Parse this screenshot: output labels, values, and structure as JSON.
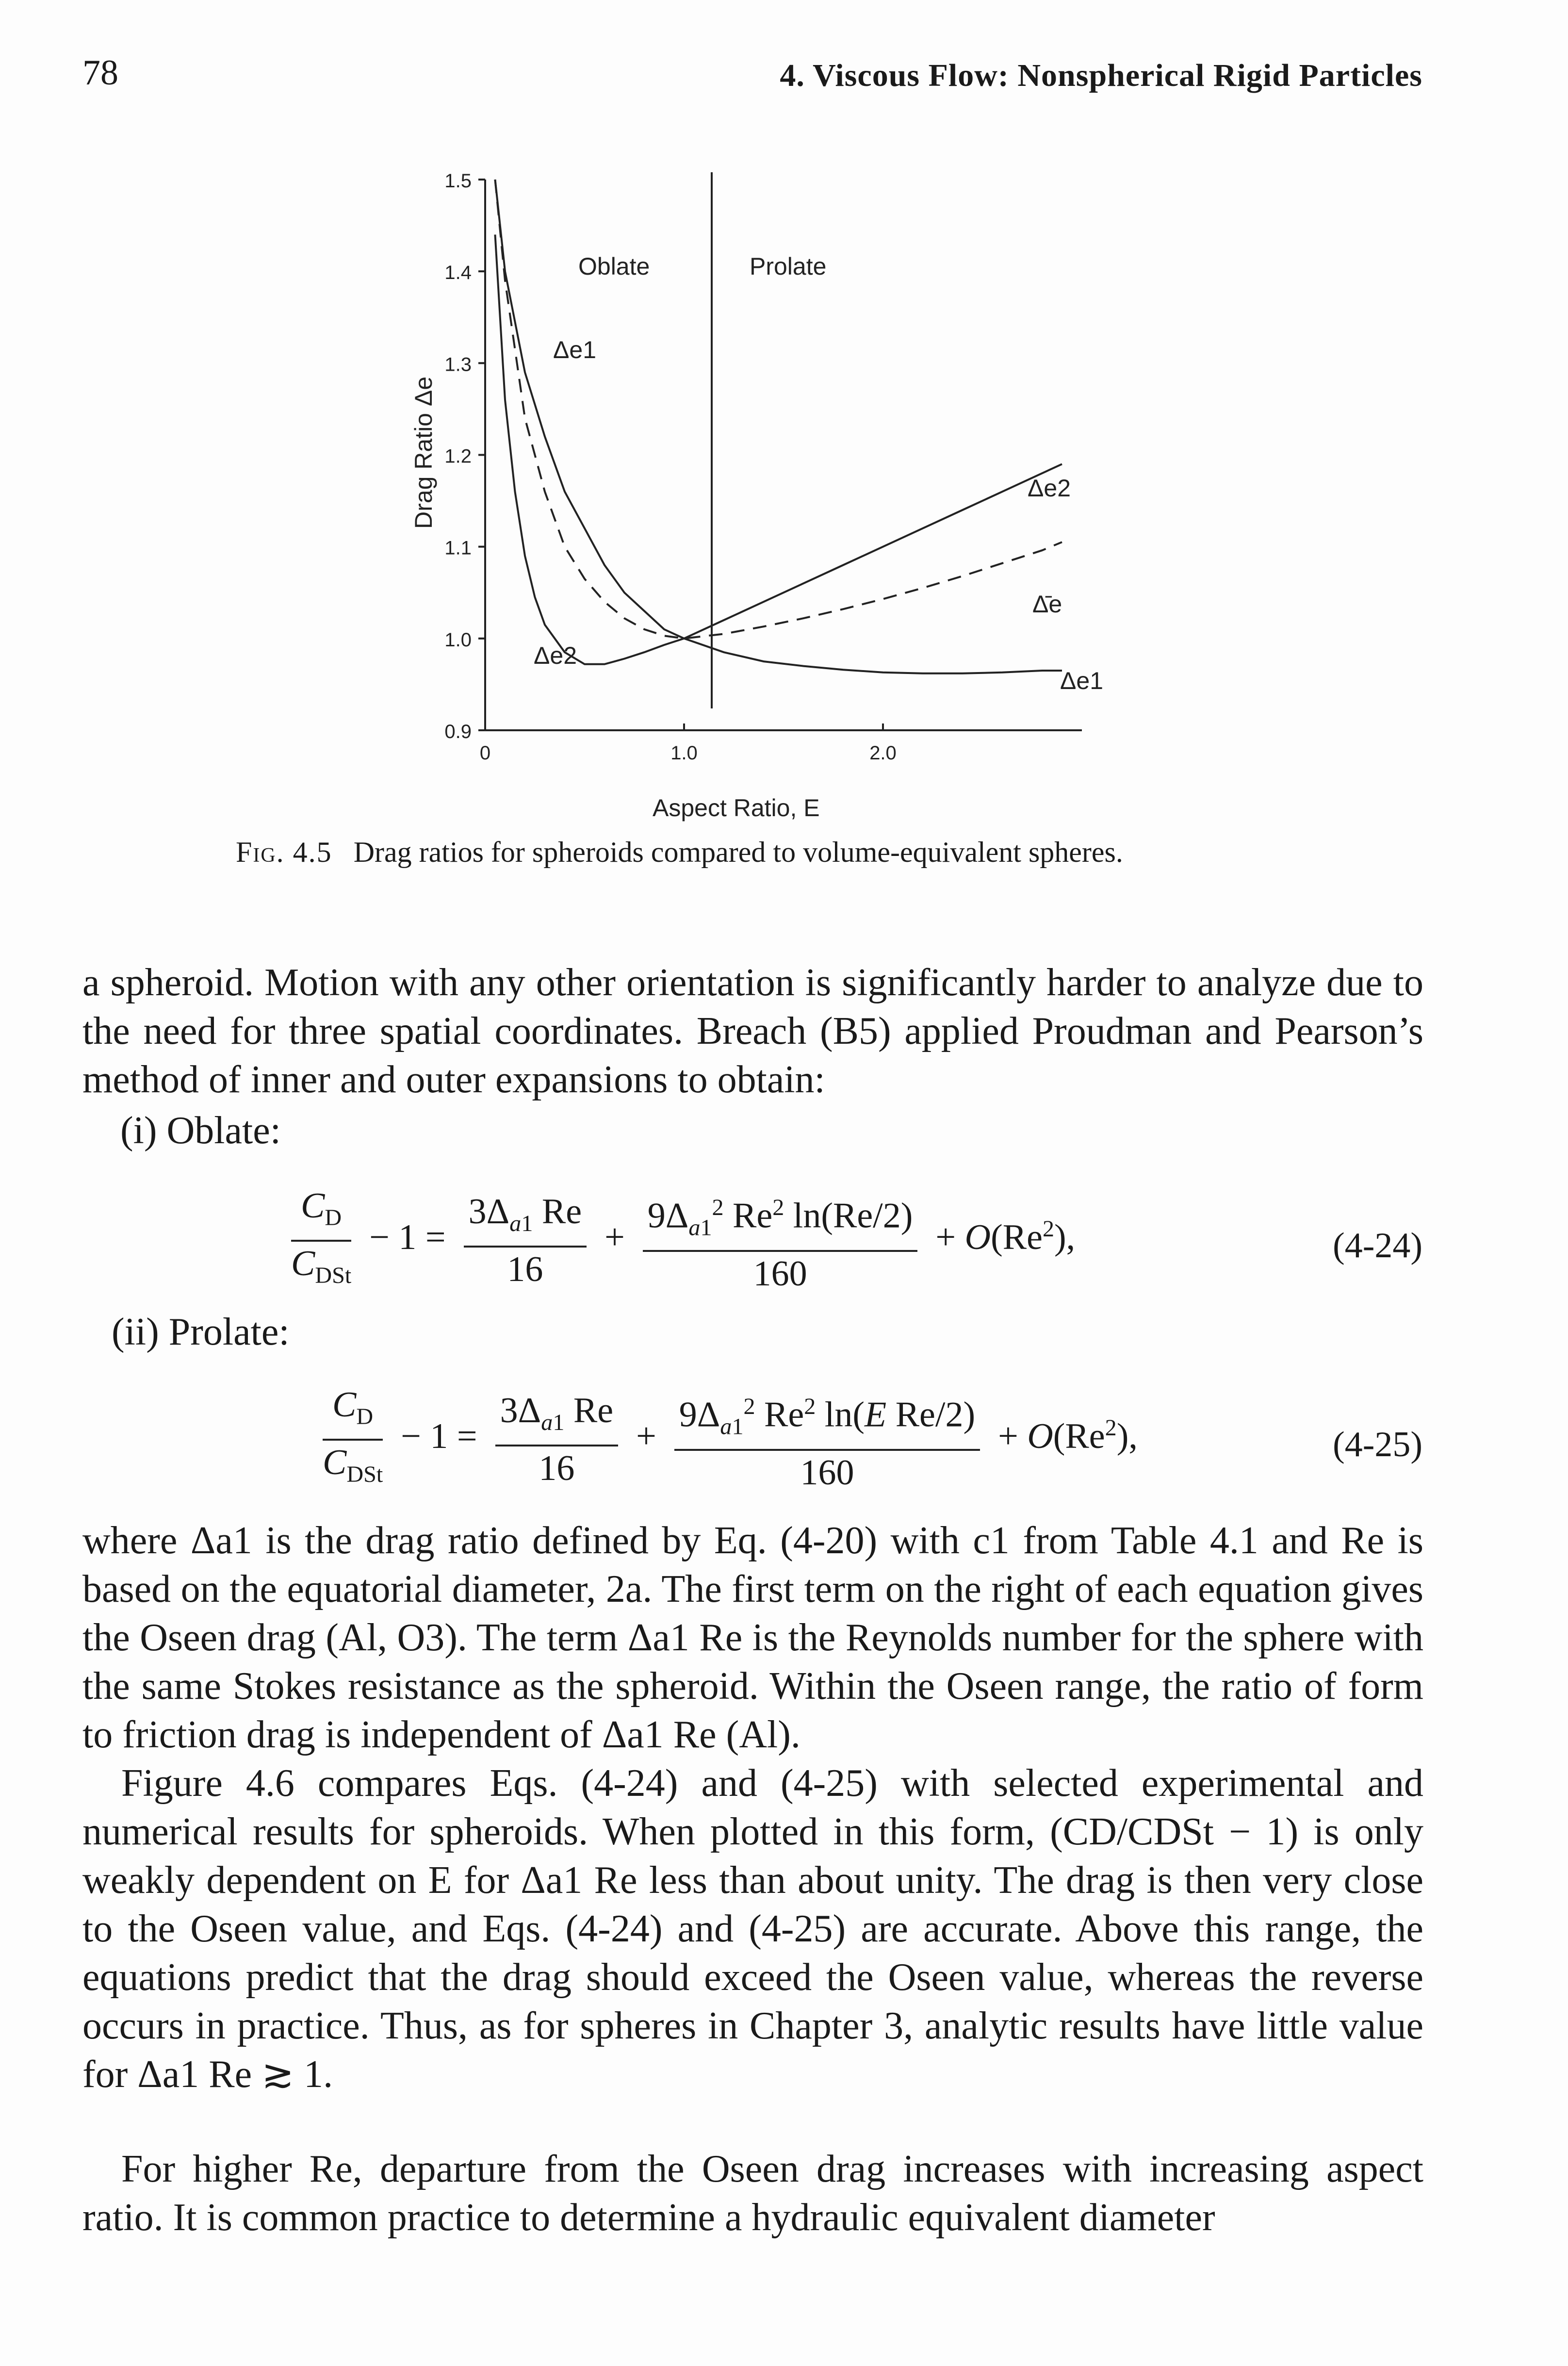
{
  "header": {
    "page_number": "78",
    "chapter_title": "4. Viscous Flow: Nonspherical Rigid Particles"
  },
  "figure": {
    "caption_label": "Fig. 4.5",
    "caption_text": "Drag ratios for spheroids compared to volume-equivalent spheres.",
    "region_labels": {
      "oblate": "Oblate",
      "prolate": "Prolate"
    },
    "curve_labels": {
      "oblate_e1": "Δe1",
      "oblate_e2": "Δe2",
      "prolate_e2": "Δe2",
      "prolate_e_bar": "Δ̄e",
      "prolate_e1": "Δe1"
    }
  },
  "chart_data": {
    "type": "line",
    "title": "",
    "xlabel": "Aspect Ratio, E",
    "ylabel": "Drag Ratio Δe",
    "xlim": [
      0,
      3.0
    ],
    "ylim": [
      0.9,
      1.5
    ],
    "x_ticks": [
      "0",
      "1.0",
      "2.0"
    ],
    "y_ticks": [
      "0.9",
      "1.0",
      "1.1",
      "1.2",
      "1.3",
      "1.4",
      "1.5"
    ],
    "grid": false,
    "series": [
      {
        "name": "Δe1",
        "style": "solid",
        "x": [
          0.05,
          0.1,
          0.2,
          0.3,
          0.4,
          0.5,
          0.6,
          0.7,
          0.8,
          0.9,
          1.0,
          1.2,
          1.4,
          1.6,
          1.8,
          2.0,
          2.2,
          2.4,
          2.6,
          2.8,
          2.9
        ],
        "y": [
          1.5,
          1.4,
          1.29,
          1.22,
          1.16,
          1.12,
          1.08,
          1.05,
          1.03,
          1.01,
          1.0,
          0.985,
          0.975,
          0.97,
          0.966,
          0.963,
          0.962,
          0.962,
          0.963,
          0.965,
          0.965
        ]
      },
      {
        "name": "Δe2",
        "style": "solid",
        "x": [
          0.05,
          0.1,
          0.15,
          0.2,
          0.25,
          0.3,
          0.4,
          0.5,
          0.6,
          0.7,
          0.8,
          0.9,
          1.0,
          1.2,
          1.4,
          1.6,
          1.8,
          2.0,
          2.2,
          2.4,
          2.6,
          2.8,
          2.9
        ],
        "y": [
          1.44,
          1.26,
          1.16,
          1.09,
          1.045,
          1.015,
          0.985,
          0.972,
          0.972,
          0.978,
          0.985,
          0.993,
          1.0,
          1.02,
          1.04,
          1.06,
          1.08,
          1.1,
          1.12,
          1.14,
          1.16,
          1.18,
          1.19
        ]
      },
      {
        "name": "Δ̄e",
        "style": "dashed",
        "x": [
          0.05,
          0.1,
          0.2,
          0.3,
          0.4,
          0.5,
          0.6,
          0.7,
          0.8,
          0.9,
          1.0,
          1.2,
          1.4,
          1.6,
          1.8,
          2.0,
          2.2,
          2.4,
          2.6,
          2.8,
          2.9
        ],
        "y": [
          1.5,
          1.39,
          1.24,
          1.16,
          1.1,
          1.065,
          1.04,
          1.022,
          1.01,
          1.003,
          1.0,
          1.005,
          1.013,
          1.022,
          1.032,
          1.043,
          1.055,
          1.068,
          1.082,
          1.096,
          1.105
        ]
      }
    ],
    "annotations": [
      "Oblate",
      "Prolate"
    ]
  },
  "body": {
    "para1": "a spheroid. Motion with any other orientation is significantly harder to analyze due to the need for three spatial coordinates. Breach (B5) applied Proudman and Pearson’s method of inner and outer expansions to obtain:",
    "case1_label": "(i)  Oblate:",
    "eq1_number": "(4-24)",
    "case2_label": "(ii)  Prolate:",
    "eq2_number": "(4-25)",
    "para2": "where Δa1 is the drag ratio defined by Eq. (4-20) with c1 from Table 4.1 and Re is based on the equatorial diameter, 2a. The first term on the right of each equation gives the Oseen drag (Al, O3). The term Δa1 Re is the Reynolds number for the sphere with the same Stokes resistance as the spheroid. Within the Oseen range, the ratio of form to friction drag is independent of Δa1 Re (Al).",
    "para3": "Figure 4.6 compares Eqs. (4-24) and (4-25) with selected experimental and numerical results for spheroids. When plotted in this form, (CD/CDSt − 1) is only weakly dependent on E for Δa1 Re less than about unity. The drag is then very close to the Oseen value, and Eqs. (4-24) and (4-25) are accurate. Above this range, the equations predict that the drag should exceed the Oseen value, whereas the reverse occurs in practice. Thus, as for spheres in Chapter 3, analytic results have little value for Δa1 Re ≳ 1.",
    "para4": "For higher Re, departure from the Oseen drag increases with increasing aspect ratio. It is common practice to determine a hydraulic equivalent diameter"
  }
}
